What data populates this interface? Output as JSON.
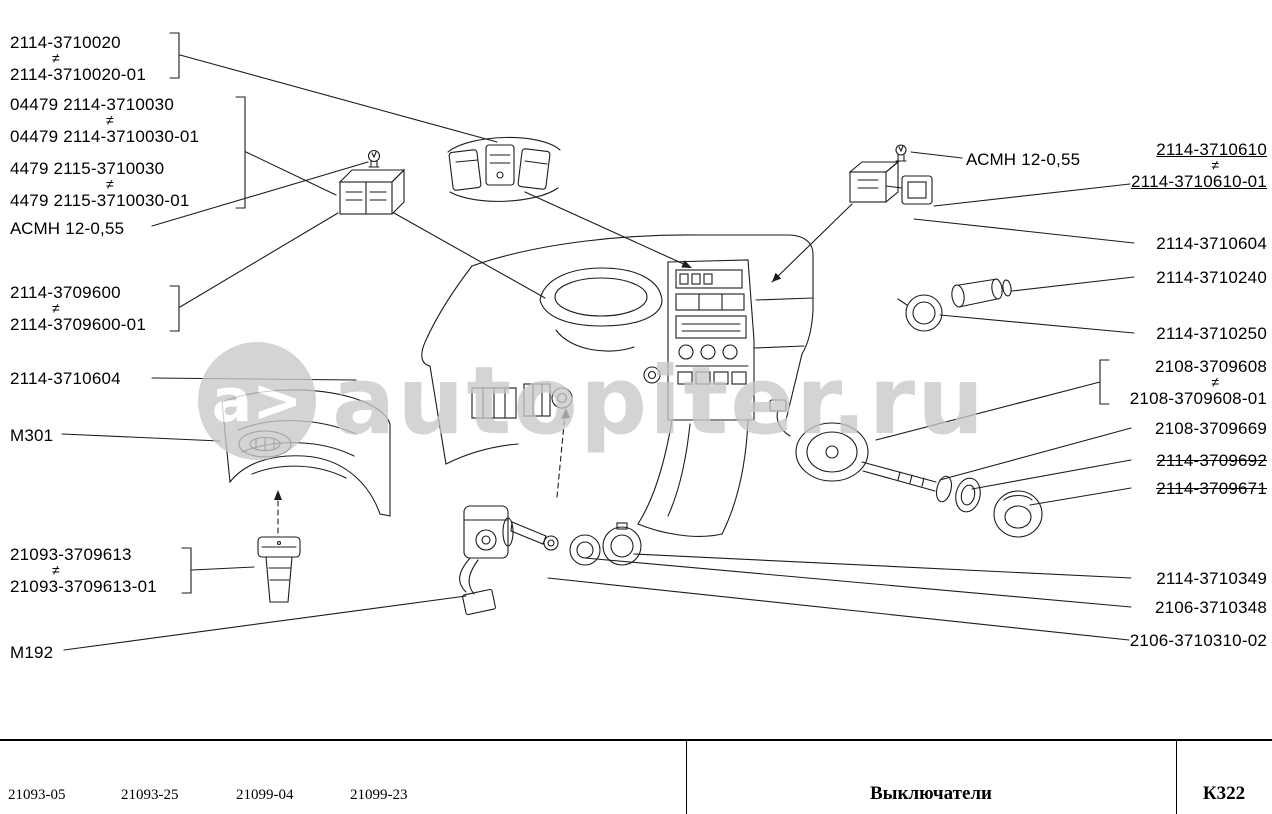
{
  "neq": "≠",
  "watermark": {
    "logo": "a>",
    "text": "autopiter.ru"
  },
  "colors": {
    "ink": "#1c1c1c",
    "watermark": "#c8c8c8"
  },
  "left": {
    "g1": [
      "2114-3710020",
      "2114-3710020-01"
    ],
    "g2": [
      "04479 2114-3710030",
      "04479 2114-3710030-01",
      "4479 2115-3710030",
      "4479 2115-3710030-01"
    ],
    "asmh": "АСМН 12-0,55",
    "g3": [
      "2114-3709600",
      "2114-3709600-01"
    ],
    "p3710604": "2114-3710604",
    "m301": "М301",
    "g4": [
      "21093-3709613",
      "21093-3709613-01"
    ],
    "m192": "М192"
  },
  "right": {
    "asmh": "АСМН 12-0,55",
    "g610": [
      "2114-3710610",
      "2114-3710610-01"
    ],
    "p3710604": "2114-3710604",
    "p3710240": "2114-3710240",
    "p3710250": "2114-3710250",
    "g9608": [
      "2108-3709608",
      "2108-3709608-01"
    ],
    "p3709669": "2108-3709669",
    "p3709692": "2114-3709692",
    "p3709671": "2114-3709671",
    "p3710349": "2114-3710349",
    "p3710348": "2106-3710348",
    "p3710310": "2106-3710310-02"
  },
  "footer": {
    "models": [
      "21093-05",
      "21093-25",
      "21099-04",
      "21099-23"
    ],
    "title": "Выключатели",
    "code": "К322"
  }
}
